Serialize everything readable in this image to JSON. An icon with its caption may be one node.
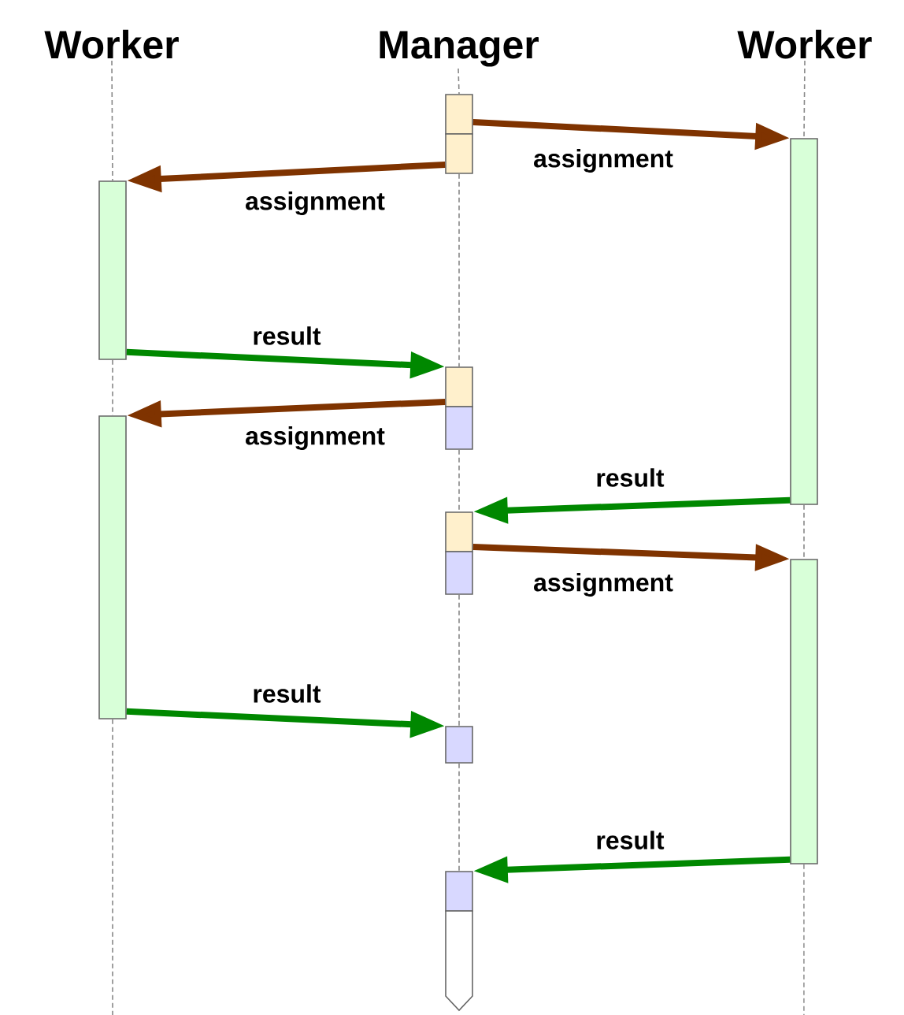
{
  "diagram": {
    "nodes": [
      {
        "text": [
          "Worker"
        ]
      },
      {
        "text": [
          "Manager"
        ]
      },
      {
        "text": [
          "Worker"
        ]
      },
      {
        "text": [],
        "shape": "bar"
      },
      {
        "text": [],
        "shape": "bar"
      },
      {
        "text": [],
        "shape": "bar"
      },
      {
        "text": [],
        "shape": "bar"
      },
      {
        "text": [],
        "shape": "bar"
      },
      {
        "text": [],
        "shape": "bar"
      },
      {
        "text": [],
        "shape": "bar"
      },
      {
        "text": [],
        "shape": "bar"
      },
      {
        "text": [],
        "shape": "bar"
      },
      {
        "text": [],
        "shape": "bar"
      },
      {
        "text": [],
        "shape": "bar"
      },
      {
        "text": [],
        "shape": "bar"
      },
      {
        "text": [],
        "shape": "bar"
      }
    ],
    "edges": [
      {
        "from": 3,
        "to": 5,
        "arrow": "to",
        "label": "assignment",
        "style": "thick",
        "color": "#7f3300"
      },
      {
        "from": 4,
        "to": 6,
        "arrow": "to",
        "label": "assignment",
        "style": "thick",
        "color": "#7f3300"
      },
      {
        "from": 6,
        "to": 7,
        "arrow": "to",
        "label": "result",
        "style": "thick",
        "color": "#008800"
      },
      {
        "from": 7,
        "to": 9,
        "arrow": "to",
        "label": "assignment",
        "style": "thick",
        "color": "#7f3300"
      },
      {
        "from": 5,
        "to": 10,
        "arrow": "to",
        "label": "result",
        "style": "thick",
        "color": "#008800"
      },
      {
        "from": 10,
        "to": 12,
        "arrow": "to",
        "label": "assignment",
        "style": "thick",
        "color": "#7f3300"
      },
      {
        "from": 9,
        "to": 13,
        "arrow": "to",
        "label": "result",
        "style": "thick",
        "color": "#008800"
      },
      {
        "from": 12,
        "to": 14,
        "arrow": "to",
        "label": "result",
        "style": "thick",
        "color": "#008800"
      },
      {
        "from": 0,
        "to": 6,
        "arrow": "none",
        "style": "dashed",
        "color": "#888888"
      },
      {
        "from": 6,
        "to": 9,
        "arrow": "none",
        "style": "dashed",
        "color": "#888888"
      },
      {
        "from": 9,
        "to": null,
        "arrow": "none",
        "style": "dashed",
        "color": "#888888"
      },
      {
        "from": 1,
        "to": 3,
        "arrow": "none",
        "style": "dashed",
        "color": "#888888"
      },
      {
        "from": 4,
        "to": 7,
        "arrow": "none",
        "style": "dashed",
        "color": "#888888"
      },
      {
        "from": 8,
        "to": 10,
        "arrow": "none",
        "style": "dashed",
        "color": "#888888"
      },
      {
        "from": 11,
        "to": 13,
        "arrow": "none",
        "style": "dashed",
        "color": "#888888"
      },
      {
        "from": 13,
        "to": 14,
        "arrow": "none",
        "style": "dashed",
        "color": "#888888"
      },
      {
        "from": 2,
        "to": 5,
        "arrow": "none",
        "style": "dashed",
        "color": "#888888"
      },
      {
        "from": 5,
        "to": 12,
        "arrow": "none",
        "style": "dashed",
        "color": "#888888"
      },
      {
        "from": 12,
        "to": null,
        "arrow": "none",
        "style": "dashed",
        "color": "#888888"
      }
    ]
  }
}
